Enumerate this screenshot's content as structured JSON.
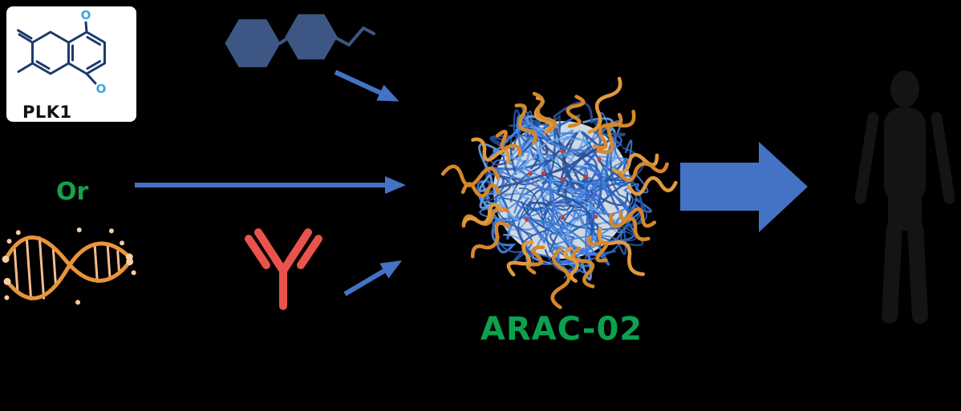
{
  "molecule_card": {
    "label": "PLK1",
    "atoms": [
      "O",
      "O"
    ]
  },
  "or_label": "Or",
  "nanoparticle_label": "ARAC-02",
  "colors": {
    "background": "#000000",
    "card_background": "#ffffff",
    "molecule_line_navy": "#1d3a6b",
    "molecule_oxygen_blue": "#3fa3dc",
    "label_black": "#111111",
    "green": "#15a24b",
    "arac_green": "#0ba24f",
    "helix_orange": "#e8943c",
    "helix_rung_peach": "#f5bc8a",
    "helix_dot_peach": "#f8cba1",
    "hexagon_blue": "#3e5684",
    "antibody_red": "#e9534b",
    "arrow_blue": "#4472c4",
    "particle_core_fill": "#e7f0fb",
    "particle_blues": [
      "#2a62c2",
      "#4a8ae0",
      "#1f55a8",
      "#6aa4ec",
      "#2d4f93",
      "#3b78d8"
    ],
    "particle_chain_orange": "#d5882b",
    "particle_chain_orange_light": "#e09a3e",
    "particle_dot_red": "#cc3b30",
    "silhouette": "#141414"
  },
  "icons": {
    "molecule": "plk1-inhibitor-structure-icon",
    "helix": "sirna-helix-icon",
    "hexagons": "polymer-unit-icon",
    "antibody": "antibody-icon",
    "nanoparticle": "nanoparticle-icon",
    "block_arrow": "right-block-arrow",
    "human": "human-silhouette-icon"
  }
}
